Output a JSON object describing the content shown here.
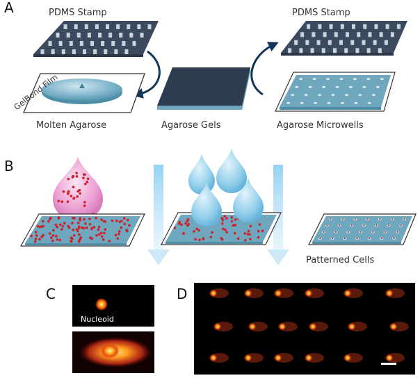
{
  "panels": {
    "a": "A",
    "b": "B",
    "c": "C",
    "d": "D"
  },
  "labels": {
    "pdms_left": "PDMS Stamp",
    "pdms_right": "PDMS Stamp",
    "gelbond": "GelBond Film",
    "molten": "Molten Agarose",
    "gels": "Agarose Gels",
    "microwells": "Agarose Microwells",
    "patterned": "Patterned Cells",
    "nucleoid": "Nucleoid"
  },
  "colors": {
    "stamp": "#3b4a5e",
    "stamp_post": "#c9d3dc",
    "agarose": "#6fa7bf",
    "gel_dark": "#2e3d4e",
    "arrow": "#12365a",
    "cell_drop": "#e88acb",
    "cell": "#d0202a",
    "water_drop": "#7ec3e6",
    "flow": "#b9def4"
  },
  "icons": {
    "transfer_arrow_left": "curved-arrow-icon",
    "transfer_arrow_right": "curved-arrow-icon"
  }
}
